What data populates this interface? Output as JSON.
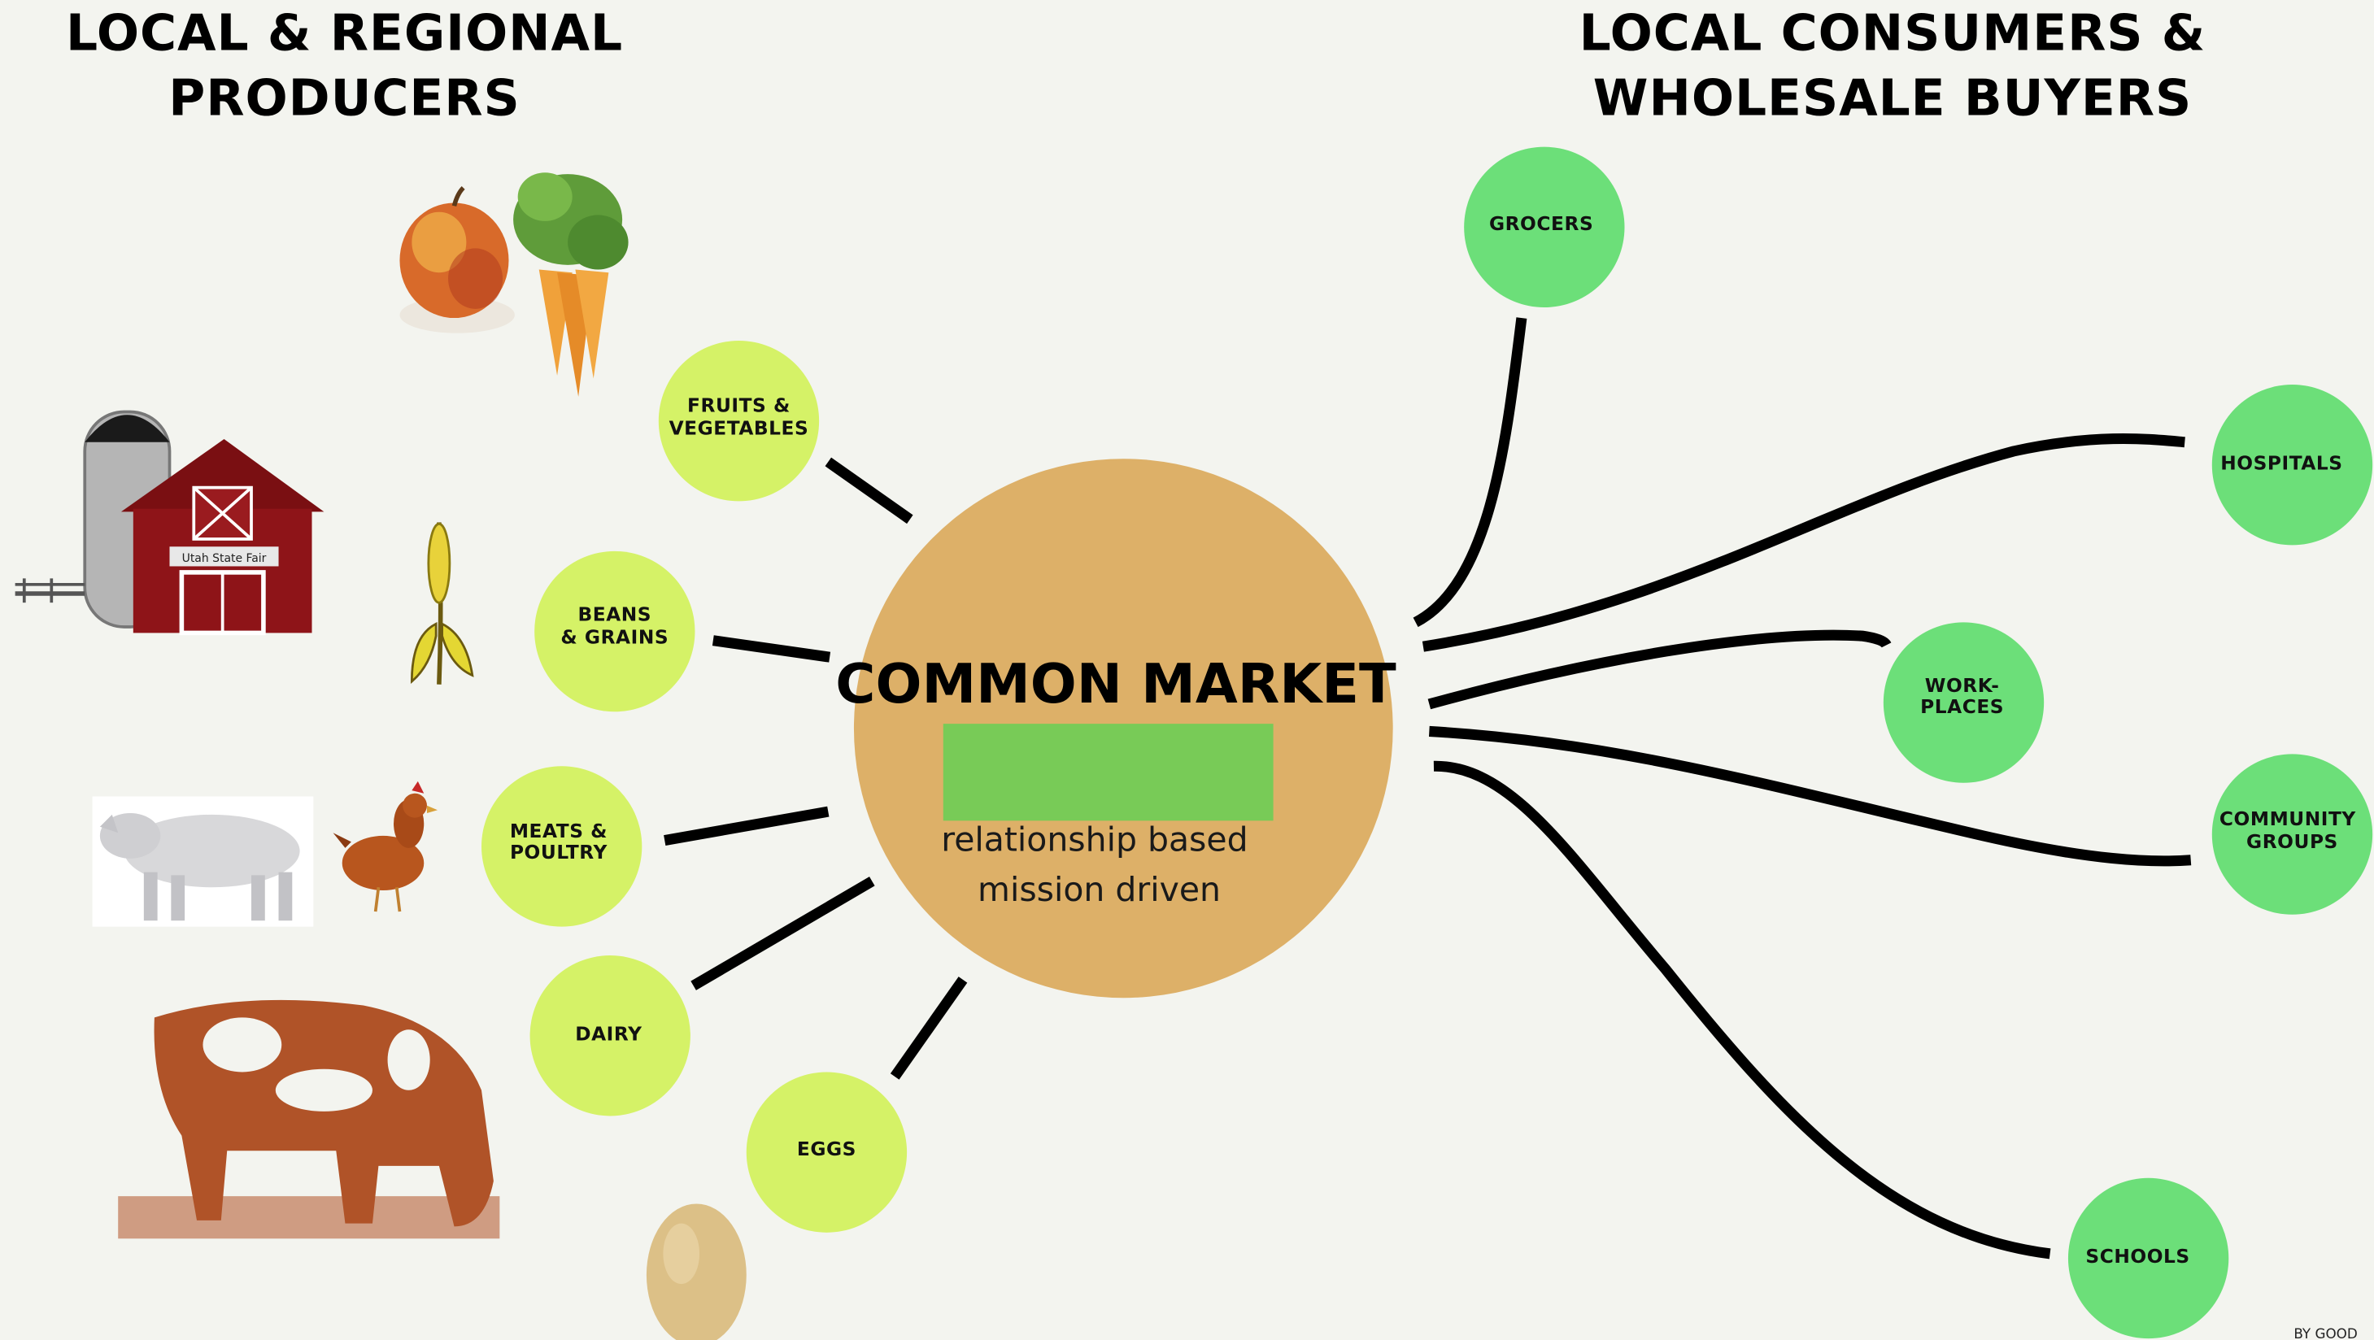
{
  "headings": {
    "left": "LOCAL & REGIONAL\nPRODUCERS",
    "right": "LOCAL CONSUMERS &\nWHOLESALE BUYERS"
  },
  "hub": {
    "title": "COMMON MARKET",
    "line1": "relationship based",
    "line2": "mission driven"
  },
  "producers": [
    {
      "line1": "FRUITS &",
      "line2": "VEGETABLES"
    },
    {
      "line1": "BEANS",
      "line2": "& GRAINS"
    },
    {
      "line1": "MEATS &",
      "line2": "POULTRY"
    },
    {
      "line1": "DAIRY",
      "line2": ""
    },
    {
      "line1": "EGGS",
      "line2": ""
    }
  ],
  "consumers": [
    {
      "line1": "GROCERS",
      "line2": ""
    },
    {
      "line1": "HOSPITALS",
      "line2": ""
    },
    {
      "line1": "WORK-",
      "line2": "PLACES"
    },
    {
      "line1": "COMMUNITY",
      "line2": "GROUPS"
    },
    {
      "line1": "SCHOOLS",
      "line2": ""
    }
  ],
  "barn_sign": "Utah State Fair",
  "credit": "BY GOOD",
  "colors": {
    "background": "#f3f4ef",
    "hub": "#ddb068",
    "hub_logo_box": "#78cb57",
    "producer_circle": "#d5f267",
    "consumer_circle": "#6cdf79",
    "connector": "#000000"
  }
}
